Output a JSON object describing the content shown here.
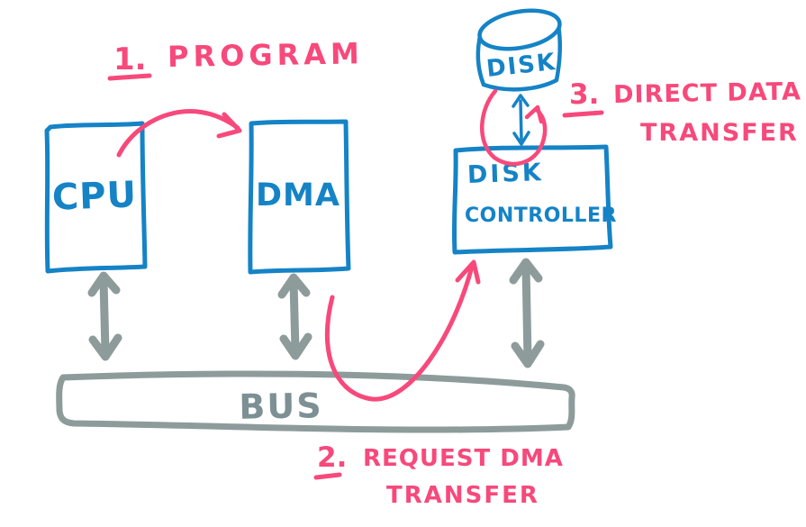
{
  "colors": {
    "blue": "#1583c6",
    "pink": "#f7497b",
    "gray": "#8d9b9b",
    "graytext": "#7d9093"
  },
  "nodes": {
    "cpu": {
      "label": "CPU"
    },
    "dma": {
      "label": "DMA"
    },
    "disk": {
      "label": "DISK"
    },
    "disk_controller": {
      "line1": "DISK",
      "line2": "CONTROLLER"
    },
    "bus": {
      "label": "BUS"
    }
  },
  "annotations": {
    "step1": {
      "number": "1.",
      "text": "PROGRAM"
    },
    "step2": {
      "number": "2.",
      "line1": "REQUEST DMA",
      "line2": "TRANSFER"
    },
    "step3": {
      "number": "3.",
      "line1": "DIRECT DATA",
      "line2": "TRANSFER"
    }
  }
}
